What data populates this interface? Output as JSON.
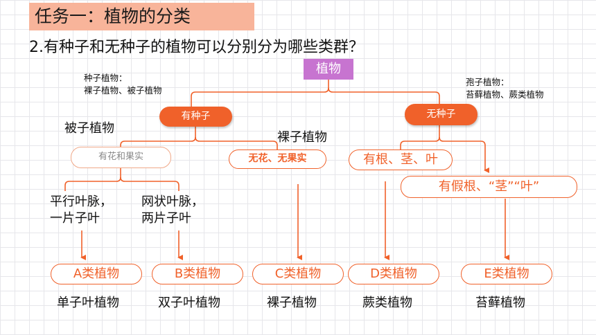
{
  "header": {
    "title": "任务一：植物的分类",
    "question": "2.有种子和无种子的植物可以分别分为哪些类群？"
  },
  "tree": {
    "root": "植物",
    "seed_note_line1": "种子植物：",
    "seed_note_line2": "裸子植物、被子植物",
    "spore_note_line1": "孢子植物：",
    "spore_note_line2": "苔藓植物、蕨类植物",
    "has_seed": "有种子",
    "no_seed": "无种子",
    "angiosperm_label": "被子植物",
    "gymnosperm_label": "裸子植物",
    "flower_fruit": "有花和果实",
    "no_flower_fruit": "无花、无果实",
    "root_stem_leaf": "有根、茎、叶",
    "false_root": "有假根、“茎”“叶”",
    "parallel_vein_line1": "平行叶脉，",
    "parallel_vein_line2": "一片子叶",
    "net_vein_line1": "网状叶脉，",
    "net_vein_line2": "两片子叶"
  },
  "leaves": [
    {
      "label": "A类植物",
      "name": "单子叶植物"
    },
    {
      "label": "B类植物",
      "name": "双子叶植物"
    },
    {
      "label": "C类植物",
      "name": "裸子植物"
    },
    {
      "label": "D类植物",
      "name": "蕨类植物"
    },
    {
      "label": "E类植物",
      "name": "苔藓植物"
    }
  ],
  "colors": {
    "accent": "#f0612a",
    "root_fill": "#c774d0",
    "title_fill": "#f8b49a"
  }
}
